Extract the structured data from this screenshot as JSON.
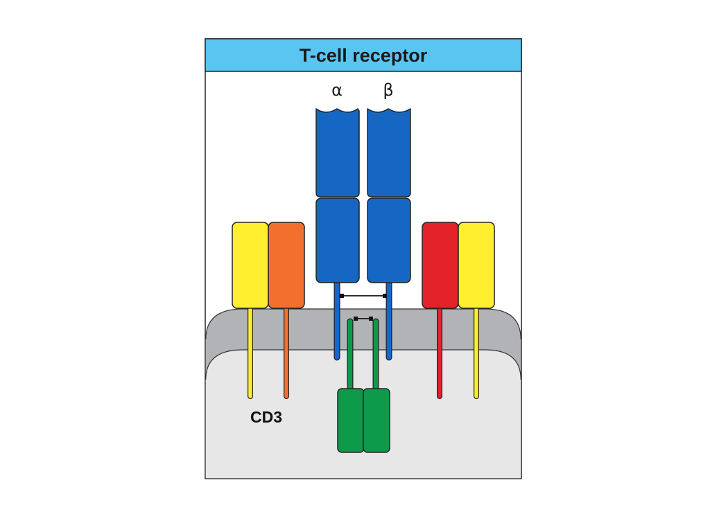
{
  "title": "T-cell receptor",
  "chains": {
    "alpha_label": "α",
    "beta_label": "β"
  },
  "cd3_label": "CD3",
  "colors": {
    "title_bar": "#5bc5f2",
    "panel_background": "#ffffff",
    "membrane": "#b1b3b6",
    "cytoplasm": "#e7e7e8",
    "tcr_chain": "#1667c4",
    "cd3_yellow": "#ffef2f",
    "cd3_orange": "#f26f2e",
    "cd3_red": "#e4222a",
    "zeta_chain": "#0e9a4b",
    "outline": "#222222"
  }
}
